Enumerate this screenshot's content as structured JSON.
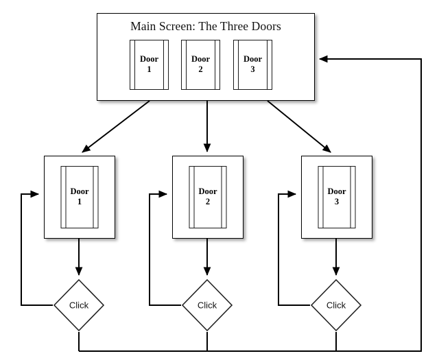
{
  "diagram": {
    "type": "flowchart",
    "title": "Main Screen: The Three Doors",
    "main_screen": {
      "title": "Main Screen: The Three Doors",
      "doors": [
        {
          "label": "Door",
          "number": "1"
        },
        {
          "label": "Door",
          "number": "2"
        },
        {
          "label": "Door",
          "number": "3"
        }
      ]
    },
    "door_screens": [
      {
        "label": "Door",
        "number": "1"
      },
      {
        "label": "Door",
        "number": "2"
      },
      {
        "label": "Door",
        "number": "3"
      }
    ],
    "decisions": [
      {
        "label": "Click"
      },
      {
        "label": "Click"
      },
      {
        "label": "Click"
      }
    ],
    "colors": {
      "background": "#ffffff",
      "stroke": "#000000",
      "fill": "#ffffff",
      "shadow": "rgba(0,0,0,0.35)"
    }
  }
}
